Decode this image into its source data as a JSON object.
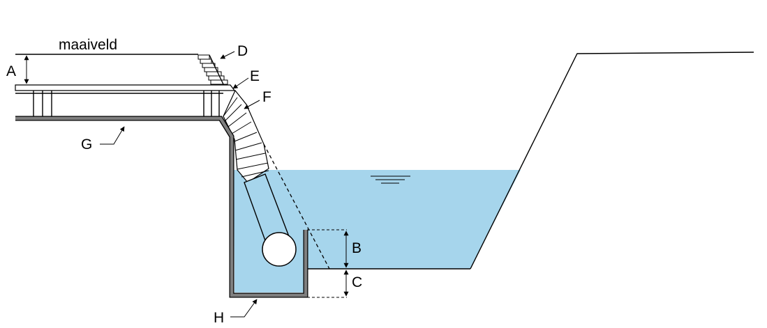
{
  "labels": {
    "ground": "maaiveld",
    "a": "A",
    "b": "B",
    "c": "C",
    "d": "D",
    "e": "E",
    "f": "F",
    "g": "G",
    "h": "H"
  },
  "colors": {
    "water": "#a6d5ec",
    "wall": "#7f7f7f",
    "line": "#000000",
    "background": "#ffffff"
  }
}
